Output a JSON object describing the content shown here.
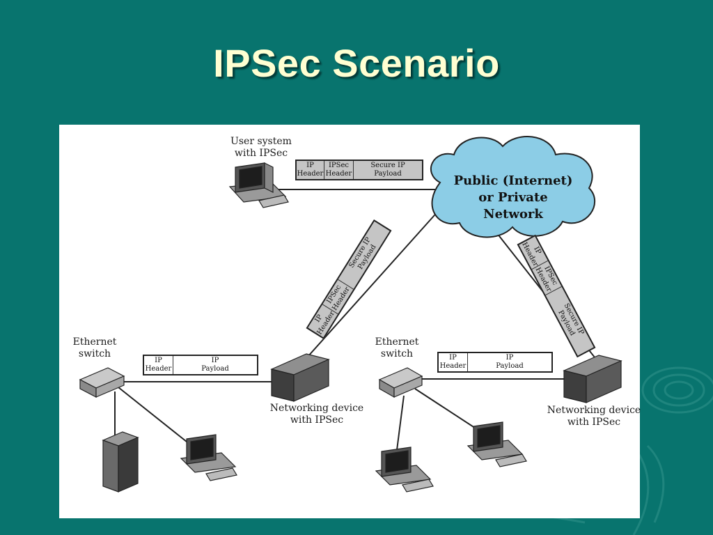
{
  "slide": {
    "title": "IPSec Scenario"
  },
  "network": {
    "label_lines": [
      "Public (Internet)",
      "or Private",
      "Network"
    ]
  },
  "user_system": {
    "label_lines": [
      "User system",
      "with IPSec"
    ]
  },
  "ethernet_switch_left": {
    "label_lines": [
      "Ethernet",
      "switch"
    ]
  },
  "ethernet_switch_right": {
    "label_lines": [
      "Ethernet",
      "switch"
    ]
  },
  "netdev_left": {
    "label_lines": [
      "Networking device",
      "with IPSec"
    ]
  },
  "netdev_right": {
    "label_lines": [
      "Networking device",
      "with IPSec"
    ]
  },
  "packets": {
    "secure_top": [
      {
        "text": "IP\nHeader"
      },
      {
        "text": "IPSec\nHeader"
      },
      {
        "text": "Secure IP\nPayload"
      }
    ],
    "secure_diag_left": [
      {
        "text": "IP\nHeader"
      },
      {
        "text": "IPSec\nHeader"
      },
      {
        "text": "Secure IP\nPayload"
      }
    ],
    "secure_diag_right": [
      {
        "text": "IP\nHeader"
      },
      {
        "text": "IPSec\nHeader"
      },
      {
        "text": "Secure IP\nPayload"
      }
    ],
    "plain_left": [
      {
        "text": "IP\nHeader"
      },
      {
        "text": "IP\nPayload"
      }
    ],
    "plain_right": [
      {
        "text": "IP\nHeader"
      },
      {
        "text": "IP\nPayload"
      }
    ]
  },
  "colors": {
    "slide_bg": "#08746e",
    "title": "#ffffd2",
    "cloud": "#8ccde6",
    "secure_packet": "#c5c5c5"
  }
}
